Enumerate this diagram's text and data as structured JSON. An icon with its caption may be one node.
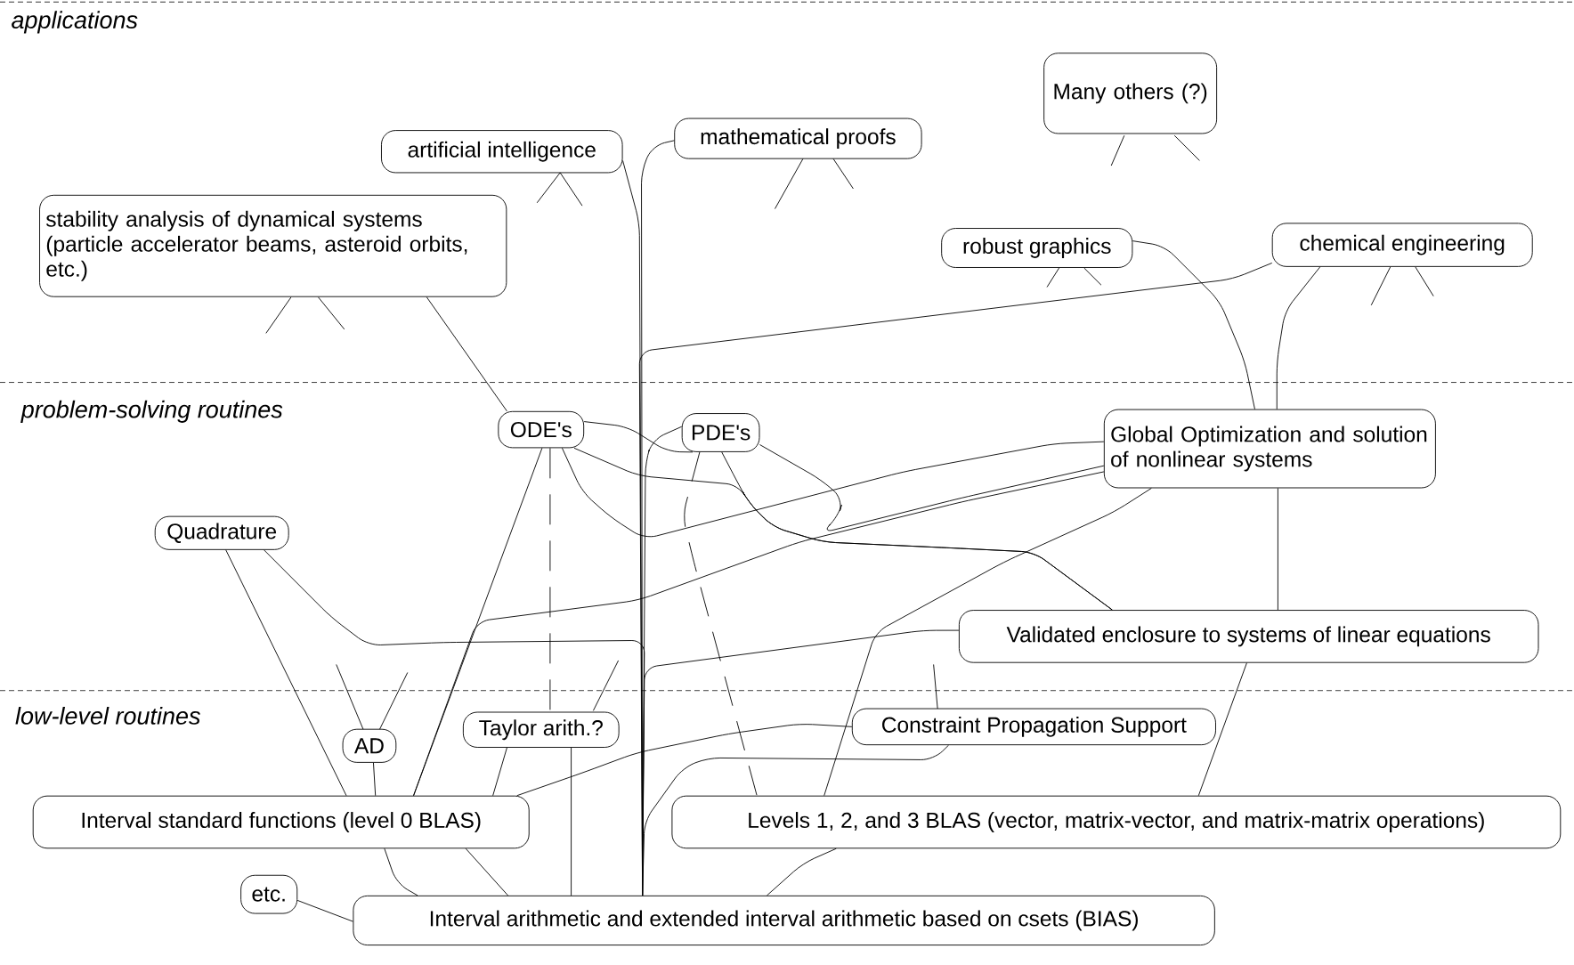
{
  "diagram": {
    "nodes": [
      {
        "text": [
          "Many others (?)"
        ]
      },
      {
        "text": [
          "artificial intelligence"
        ]
      },
      {
        "text": [
          "mathematical proofs"
        ]
      },
      {
        "text": [
          "stability analysis of dynamical systems (particle accelerator beams, asteroid orbits, etc.)"
        ]
      },
      {
        "text": [
          "robust graphics"
        ]
      },
      {
        "text": [
          "chemical engineering"
        ]
      },
      {
        "text": [
          "ODE's"
        ]
      },
      {
        "text": [
          "PDE's"
        ]
      },
      {
        "text": [
          "Global Optimization and solution of nonlinear systems"
        ]
      },
      {
        "text": [
          "Quadrature"
        ]
      },
      {
        "text": [
          "Validated enclosure to systems of linear equations"
        ]
      },
      {
        "text": [
          "AD"
        ]
      },
      {
        "text": [
          "Taylor arith.?"
        ]
      },
      {
        "text": [
          "Constraint Propagation Support"
        ]
      },
      {
        "text": [
          "Interval standard functions (level 0 BLAS)"
        ]
      },
      {
        "text": [
          "Levels 1, 2, and 3 BLAS (vector, matrix-vector, and matrix-matrix operations)"
        ]
      },
      {
        "text": [
          "etc."
        ]
      },
      {
        "text": [
          "Interval arithmetic and extended interval arithmetic based on csets (BIAS)"
        ]
      }
    ],
    "edges": [
      {
        "from": 2,
        "to": 17,
        "arrow": "none"
      },
      {
        "from": 1,
        "to": 17,
        "arrow": "none"
      },
      {
        "from": 3,
        "to": 6,
        "arrow": "none"
      },
      {
        "from": 5,
        "to": 17,
        "arrow": "none"
      },
      {
        "from": 4,
        "to": 8,
        "arrow": "none"
      },
      {
        "from": 5,
        "to": 8,
        "arrow": "none"
      },
      {
        "from": 6,
        "to": 7,
        "arrow": "none"
      },
      {
        "from": 7,
        "to": 17,
        "arrow": "none"
      },
      {
        "from": 6,
        "to": 10,
        "arrow": "none"
      },
      {
        "from": 7,
        "to": 10,
        "arrow": "none"
      },
      {
        "from": 6,
        "to": 8,
        "arrow": "none"
      },
      {
        "from": 7,
        "to": 8,
        "arrow": "none"
      },
      {
        "from": 7,
        "to": 15,
        "arrow": "none",
        "style": "dashed"
      },
      {
        "from": 6,
        "to": 12,
        "arrow": "none",
        "style": "dashed"
      },
      {
        "from": 6,
        "to": 14,
        "arrow": "none"
      },
      {
        "from": 9,
        "to": 14,
        "arrow": "none"
      },
      {
        "from": 9,
        "to": 17,
        "arrow": "none"
      },
      {
        "from": 14,
        "to": 8,
        "arrow": "none"
      },
      {
        "from": 8,
        "to": 15,
        "arrow": "none"
      },
      {
        "from": 8,
        "to": 10,
        "arrow": "none"
      },
      {
        "from": 10,
        "to": 17,
        "arrow": "none"
      },
      {
        "from": 10,
        "to": 15,
        "arrow": "none"
      },
      {
        "from": 11,
        "to": 14,
        "arrow": "none"
      },
      {
        "from": 12,
        "to": 14,
        "arrow": "none"
      },
      {
        "from": 12,
        "to": 17,
        "arrow": "none"
      },
      {
        "from": 14,
        "to": 13,
        "arrow": "none"
      },
      {
        "from": 13,
        "to": 17,
        "arrow": "none"
      },
      {
        "from": 14,
        "to": 17,
        "arrow": "none"
      },
      {
        "from": 14,
        "to": 17,
        "arrow": "none"
      },
      {
        "from": 16,
        "to": 17,
        "arrow": "none"
      },
      {
        "from": 15,
        "to": 17,
        "arrow": "none"
      }
    ],
    "labels": [
      "applications",
      "problem-solving routines",
      "low-level routines"
    ]
  }
}
